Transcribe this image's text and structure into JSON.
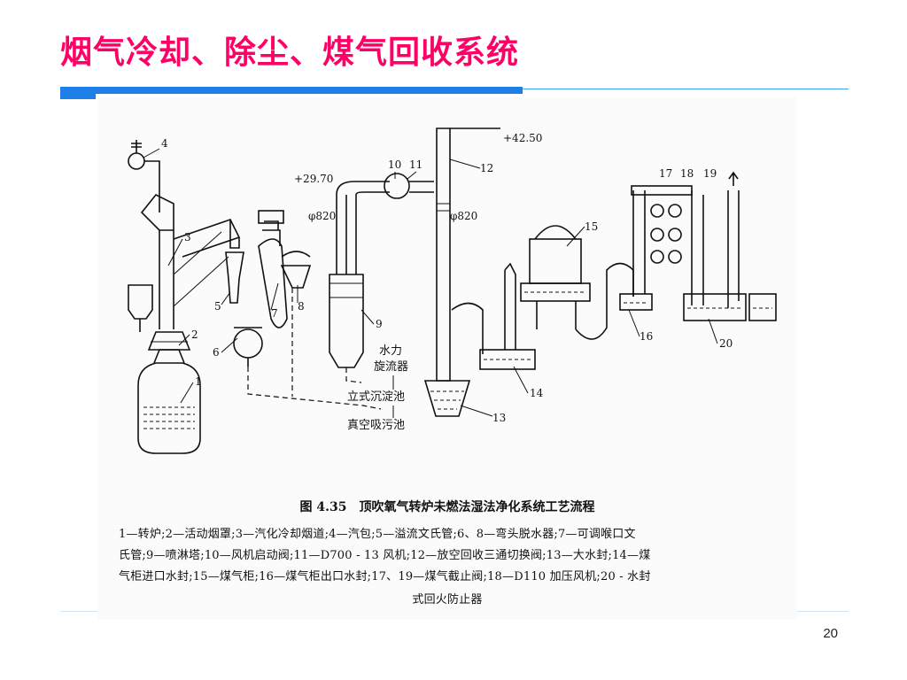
{
  "slide": {
    "title": "烟气冷却、除尘、煤气回收系统",
    "page_number": "20",
    "accent_color": "#ff0066",
    "rule_color": "#1f7fe8"
  },
  "diagram": {
    "labels": {
      "n1": "1",
      "n2": "2",
      "n3": "3",
      "n4": "4",
      "n5": "5",
      "n6": "6",
      "n7": "7",
      "n8": "8",
      "n9": "9",
      "n10": "10",
      "n11": "11",
      "n12": "12",
      "n13": "13",
      "n14": "14",
      "n15": "15",
      "n16": "16",
      "n17": "17",
      "n18": "18",
      "n19": "19",
      "n20": "20",
      "elev_4250": "+42.50",
      "elev_2970": "+29.70",
      "dia_820_a": "φ820",
      "dia_820_b": "φ820",
      "hydro_1": "水力",
      "hydro_2": "旋流器",
      "settling_tank": "立式沉淀池",
      "vacuum_tank": "真空吸污池"
    },
    "caption": {
      "title": "图 4.35　顶吹氧气转炉未燃法湿法净化系统工艺流程",
      "legend_1": "1—转炉;2—活动烟罩;3—汽化冷却烟道;4—汽包;5—溢流文氏管;6、8—弯头脱水器;7—可调喉口文",
      "legend_2": "氏管;9—喷淋塔;10—风机启动阀;11—D700 - 13 风机;12—放空回收三通切换阀;13—大水封;14—煤",
      "legend_3": "气柜进口水封;15—煤气柜;16—煤气柜出口水封;17、19—煤气截止阀;18—D110 加压风机;20 - 水封",
      "legend_4": "式回火防止器"
    }
  }
}
